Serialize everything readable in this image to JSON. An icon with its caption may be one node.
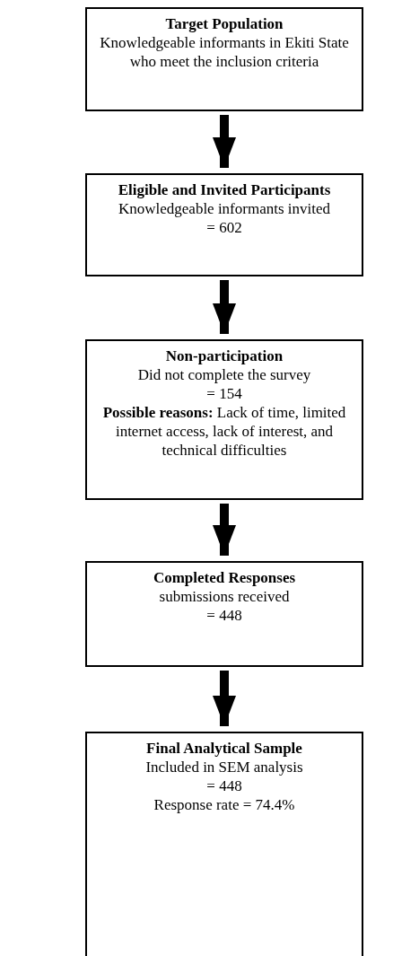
{
  "diagram": {
    "nodes": [
      {
        "text": [
          "Target Population",
          "Knowledgeable informants in Ekiti State who meet the inclusion criteria"
        ]
      },
      {
        "text": [
          "Eligible and Invited Participants",
          "Knowledgeable informants invited",
          "= 602"
        ]
      },
      {
        "text": [
          "Non-participation",
          "Did not complete the survey",
          "= 154",
          "**Possible reasons:** Lack of time, limited internet access, lack of interest, and technical difficulties"
        ]
      },
      {
        "text": [
          "Completed Responses",
          "submissions received",
          "= 448"
        ]
      },
      {
        "text": [
          "Final Analytical Sample",
          "Included in SEM analysis",
          "= 448",
          "Response rate = 74.4%"
        ]
      }
    ],
    "edges": [
      {
        "from": 0,
        "to": 1,
        "arrow": "to"
      },
      {
        "from": 1,
        "to": 2,
        "arrow": "to"
      },
      {
        "from": 2,
        "to": 3,
        "arrow": "to"
      },
      {
        "from": 3,
        "to": 4,
        "arrow": "to"
      }
    ]
  }
}
